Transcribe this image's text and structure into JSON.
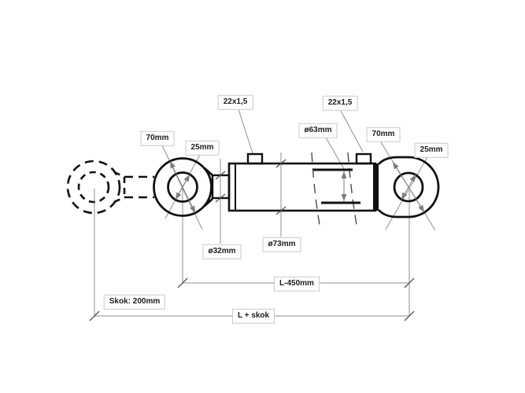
{
  "page": {
    "background": "#ffffff"
  },
  "diagram": {
    "labels": {
      "thread_port_left": "22x1,5",
      "thread_port_right": "22x1,5",
      "eye_width_left": "70mm",
      "pin_bore_left": "25mm",
      "piston_diameter": "ø63mm",
      "eye_width_right": "70mm",
      "pin_bore_right": "25mm",
      "rod_diameter": "ø32mm",
      "barrel_diameter": "ø73mm",
      "closed_length": "L-450mm",
      "stroke_length": "Skok: 200mm",
      "extended_length": "L + skok"
    },
    "colors": {
      "outline": "#111111",
      "leader": "#8f8f8f",
      "tick": "#555555",
      "label_border": "#c9c9c9",
      "label_text": "#1c1c1c"
    }
  }
}
